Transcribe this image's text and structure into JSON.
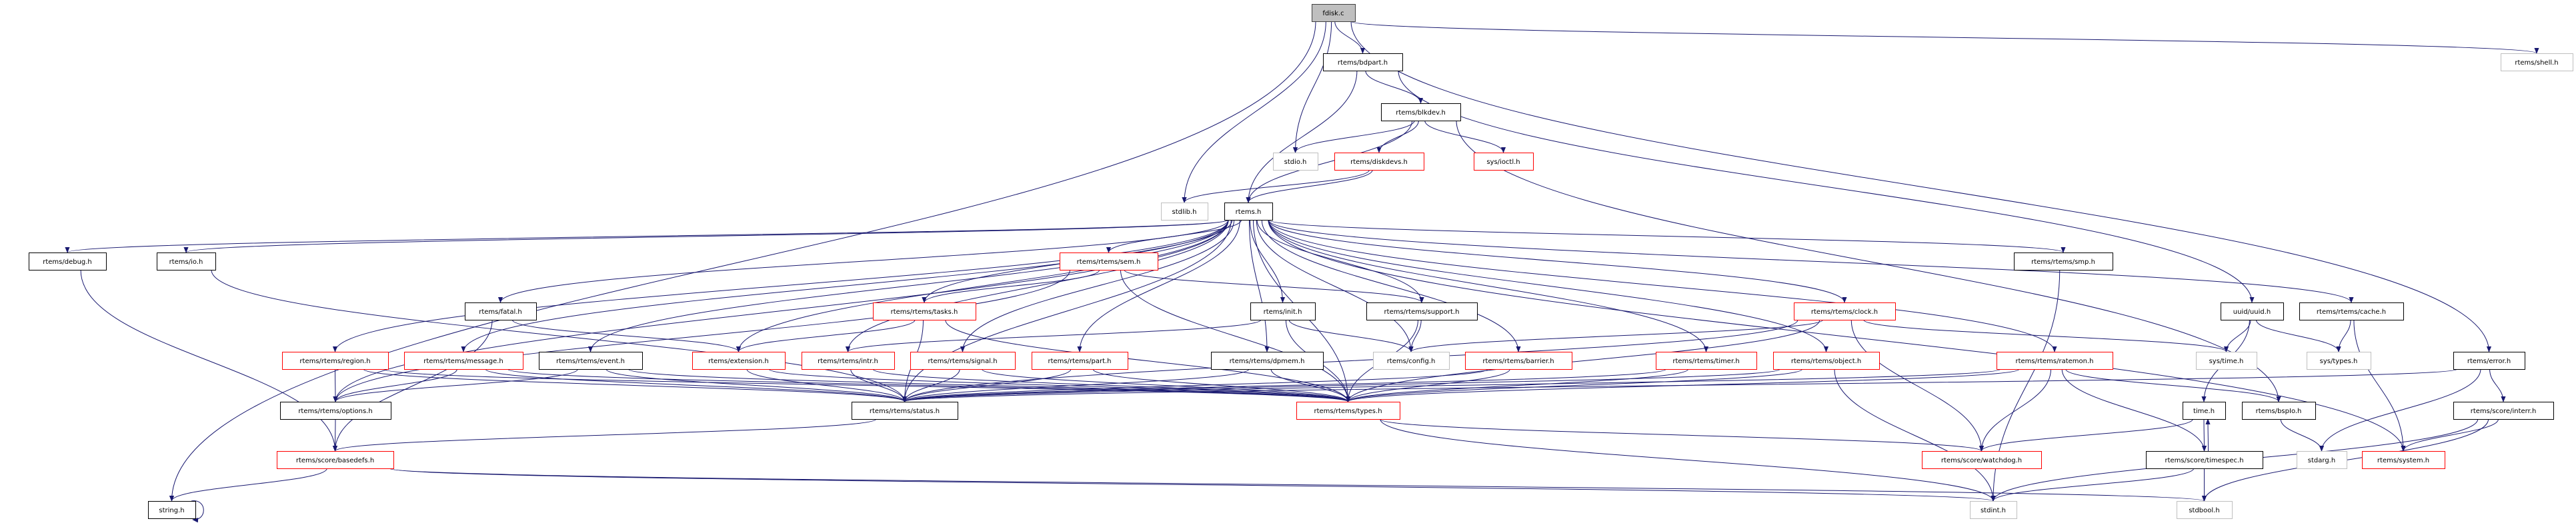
{
  "graph": {
    "colors": {
      "edge": "#191970",
      "root_fill": "#bfbfbf",
      "documented_border": "#000000",
      "truncated_border": "#ff0000",
      "external_border": "#bfbfbf"
    },
    "nodes": [
      {
        "id": "fdisk",
        "label": "fdisk.c",
        "style": "root"
      },
      {
        "id": "bdpart",
        "label": "rtems/bdpart.h",
        "style": "documented"
      },
      {
        "id": "shell",
        "label": "rtems/shell.h",
        "style": "external"
      },
      {
        "id": "blkdev",
        "label": "rtems/blkdev.h",
        "style": "documented"
      },
      {
        "id": "stdio",
        "label": "stdio.h",
        "style": "external"
      },
      {
        "id": "diskdevs",
        "label": "rtems/diskdevs.h",
        "style": "truncated"
      },
      {
        "id": "ioctl",
        "label": "sys/ioctl.h",
        "style": "truncated"
      },
      {
        "id": "stdlib",
        "label": "stdlib.h",
        "style": "external"
      },
      {
        "id": "rtems",
        "label": "rtems.h",
        "style": "documented"
      },
      {
        "id": "debug",
        "label": "rtems/debug.h",
        "style": "documented"
      },
      {
        "id": "io",
        "label": "rtems/io.h",
        "style": "documented"
      },
      {
        "id": "sem",
        "label": "rtems/rtems/sem.h",
        "style": "truncated"
      },
      {
        "id": "smp",
        "label": "rtems/rtems/smp.h",
        "style": "documented"
      },
      {
        "id": "fatal",
        "label": "rtems/fatal.h",
        "style": "documented"
      },
      {
        "id": "tasks",
        "label": "rtems/rtems/tasks.h",
        "style": "truncated"
      },
      {
        "id": "init",
        "label": "rtems/init.h",
        "style": "documented"
      },
      {
        "id": "support",
        "label": "rtems/rtems/support.h",
        "style": "documented"
      },
      {
        "id": "clock",
        "label": "rtems/rtems/clock.h",
        "style": "truncated"
      },
      {
        "id": "uuid",
        "label": "uuid/uuid.h",
        "style": "documented"
      },
      {
        "id": "cache",
        "label": "rtems/rtems/cache.h",
        "style": "documented"
      },
      {
        "id": "region",
        "label": "rtems/rtems/region.h",
        "style": "truncated"
      },
      {
        "id": "message",
        "label": "rtems/rtems/message.h",
        "style": "truncated"
      },
      {
        "id": "event",
        "label": "rtems/rtems/event.h",
        "style": "documented"
      },
      {
        "id": "extension",
        "label": "rtems/extension.h",
        "style": "truncated"
      },
      {
        "id": "intr",
        "label": "rtems/rtems/intr.h",
        "style": "truncated"
      },
      {
        "id": "signal",
        "label": "rtems/rtems/signal.h",
        "style": "truncated"
      },
      {
        "id": "part",
        "label": "rtems/rtems/part.h",
        "style": "truncated"
      },
      {
        "id": "dpmem",
        "label": "rtems/rtems/dpmem.h",
        "style": "documented"
      },
      {
        "id": "config",
        "label": "rtems/config.h",
        "style": "external"
      },
      {
        "id": "barrier",
        "label": "rtems/rtems/barrier.h",
        "style": "truncated"
      },
      {
        "id": "timer",
        "label": "rtems/rtems/timer.h",
        "style": "truncated"
      },
      {
        "id": "object",
        "label": "rtems/rtems/object.h",
        "style": "truncated"
      },
      {
        "id": "ratemon",
        "label": "rtems/rtems/ratemon.h",
        "style": "truncated"
      },
      {
        "id": "systime",
        "label": "sys/time.h",
        "style": "external"
      },
      {
        "id": "systypes",
        "label": "sys/types.h",
        "style": "external"
      },
      {
        "id": "error",
        "label": "rtems/error.h",
        "style": "documented"
      },
      {
        "id": "options",
        "label": "rtems/rtems/options.h",
        "style": "documented"
      },
      {
        "id": "status",
        "label": "rtems/rtems/status.h",
        "style": "documented"
      },
      {
        "id": "types",
        "label": "rtems/rtems/types.h",
        "style": "truncated"
      },
      {
        "id": "time",
        "label": "time.h",
        "style": "documented"
      },
      {
        "id": "bspio",
        "label": "rtems/bspIo.h",
        "style": "documented"
      },
      {
        "id": "interr",
        "label": "rtems/score/interr.h",
        "style": "documented"
      },
      {
        "id": "basedefs",
        "label": "rtems/score/basedefs.h",
        "style": "truncated"
      },
      {
        "id": "watchdog",
        "label": "rtems/score/watchdog.h",
        "style": "truncated"
      },
      {
        "id": "timespec",
        "label": "rtems/score/timespec.h",
        "style": "documented"
      },
      {
        "id": "stdarg",
        "label": "stdarg.h",
        "style": "external"
      },
      {
        "id": "system",
        "label": "rtems/system.h",
        "style": "truncated"
      },
      {
        "id": "string",
        "label": "string.h",
        "style": "documented"
      },
      {
        "id": "stdint",
        "label": "stdint.h",
        "style": "external"
      },
      {
        "id": "stdbool",
        "label": "stdbool.h",
        "style": "external"
      }
    ],
    "edges": [
      [
        "fdisk",
        "bdpart"
      ],
      [
        "fdisk",
        "stdio"
      ],
      [
        "fdisk",
        "stdlib"
      ],
      [
        "fdisk",
        "string"
      ],
      [
        "fdisk",
        "shell"
      ],
      [
        "fdisk",
        "error"
      ],
      [
        "bdpart",
        "rtems"
      ],
      [
        "bdpart",
        "blkdev"
      ],
      [
        "bdpart",
        "uuid"
      ],
      [
        "blkdev",
        "stdio"
      ],
      [
        "blkdev",
        "diskdevs"
      ],
      [
        "blkdev",
        "ioctl"
      ],
      [
        "blkdev",
        "rtems"
      ],
      [
        "blkdev",
        "bspio"
      ],
      [
        "diskdevs",
        "stdlib"
      ],
      [
        "diskdevs",
        "rtems"
      ],
      [
        "rtems",
        "debug"
      ],
      [
        "rtems",
        "io"
      ],
      [
        "rtems",
        "sem"
      ],
      [
        "rtems",
        "smp"
      ],
      [
        "rtems",
        "fatal"
      ],
      [
        "rtems",
        "tasks"
      ],
      [
        "rtems",
        "init"
      ],
      [
        "rtems",
        "support"
      ],
      [
        "rtems",
        "clock"
      ],
      [
        "rtems",
        "cache"
      ],
      [
        "rtems",
        "region"
      ],
      [
        "rtems",
        "message"
      ],
      [
        "rtems",
        "event"
      ],
      [
        "rtems",
        "extension"
      ],
      [
        "rtems",
        "intr"
      ],
      [
        "rtems",
        "signal"
      ],
      [
        "rtems",
        "part"
      ],
      [
        "rtems",
        "dpmem"
      ],
      [
        "rtems",
        "config"
      ],
      [
        "rtems",
        "barrier"
      ],
      [
        "rtems",
        "timer"
      ],
      [
        "rtems",
        "object"
      ],
      [
        "rtems",
        "ratemon"
      ],
      [
        "rtems",
        "options"
      ],
      [
        "rtems",
        "status"
      ],
      [
        "rtems",
        "types"
      ],
      [
        "rtems",
        "system"
      ],
      [
        "debug",
        "basedefs"
      ],
      [
        "io",
        "status"
      ],
      [
        "fatal",
        "basedefs"
      ],
      [
        "fatal",
        "extension"
      ],
      [
        "sem",
        "tasks"
      ],
      [
        "sem",
        "support"
      ],
      [
        "sem",
        "types"
      ],
      [
        "sem",
        "options"
      ],
      [
        "tasks",
        "types"
      ],
      [
        "tasks",
        "status"
      ],
      [
        "tasks",
        "extension"
      ],
      [
        "init",
        "intr"
      ],
      [
        "init",
        "config"
      ],
      [
        "init",
        "types"
      ],
      [
        "support",
        "config"
      ],
      [
        "support",
        "types"
      ],
      [
        "clock",
        "config"
      ],
      [
        "clock",
        "systime"
      ],
      [
        "clock",
        "status"
      ],
      [
        "clock",
        "types"
      ],
      [
        "clock",
        "watchdog"
      ],
      [
        "smp",
        "stdint"
      ],
      [
        "uuid",
        "systime"
      ],
      [
        "uuid",
        "systypes"
      ],
      [
        "uuid",
        "time"
      ],
      [
        "cache",
        "systypes"
      ],
      [
        "cache",
        "system"
      ],
      [
        "region",
        "options"
      ],
      [
        "region",
        "status"
      ],
      [
        "region",
        "types"
      ],
      [
        "message",
        "options"
      ],
      [
        "message",
        "status"
      ],
      [
        "message",
        "types"
      ],
      [
        "event",
        "options"
      ],
      [
        "event",
        "status"
      ],
      [
        "event",
        "types"
      ],
      [
        "extension",
        "status"
      ],
      [
        "extension",
        "types"
      ],
      [
        "intr",
        "status"
      ],
      [
        "intr",
        "types"
      ],
      [
        "signal",
        "status"
      ],
      [
        "signal",
        "types"
      ],
      [
        "part",
        "status"
      ],
      [
        "part",
        "types"
      ],
      [
        "dpmem",
        "status"
      ],
      [
        "dpmem",
        "types"
      ],
      [
        "barrier",
        "status"
      ],
      [
        "barrier",
        "types"
      ],
      [
        "timer",
        "status"
      ],
      [
        "timer",
        "types"
      ],
      [
        "object",
        "status"
      ],
      [
        "object",
        "types"
      ],
      [
        "object",
        "stdint"
      ],
      [
        "ratemon",
        "status"
      ],
      [
        "ratemon",
        "types"
      ],
      [
        "ratemon",
        "watchdog"
      ],
      [
        "ratemon",
        "timespec"
      ],
      [
        "ratemon",
        "bspio"
      ],
      [
        "error",
        "status"
      ],
      [
        "error",
        "stdarg"
      ],
      [
        "error",
        "interr"
      ],
      [
        "options",
        "basedefs"
      ],
      [
        "status",
        "basedefs"
      ],
      [
        "types",
        "watchdog"
      ],
      [
        "types",
        "stdint"
      ],
      [
        "time",
        "watchdog"
      ],
      [
        "time",
        "timespec"
      ],
      [
        "timespec",
        "time"
      ],
      [
        "timespec",
        "stdint"
      ],
      [
        "timespec",
        "stdbool"
      ],
      [
        "bspio",
        "stdarg"
      ],
      [
        "interr",
        "system"
      ],
      [
        "interr",
        "stdint"
      ],
      [
        "interr",
        "stdbool"
      ],
      [
        "basedefs",
        "string"
      ],
      [
        "basedefs",
        "stdint"
      ],
      [
        "basedefs",
        "stdbool"
      ],
      [
        "string",
        "string"
      ]
    ]
  }
}
